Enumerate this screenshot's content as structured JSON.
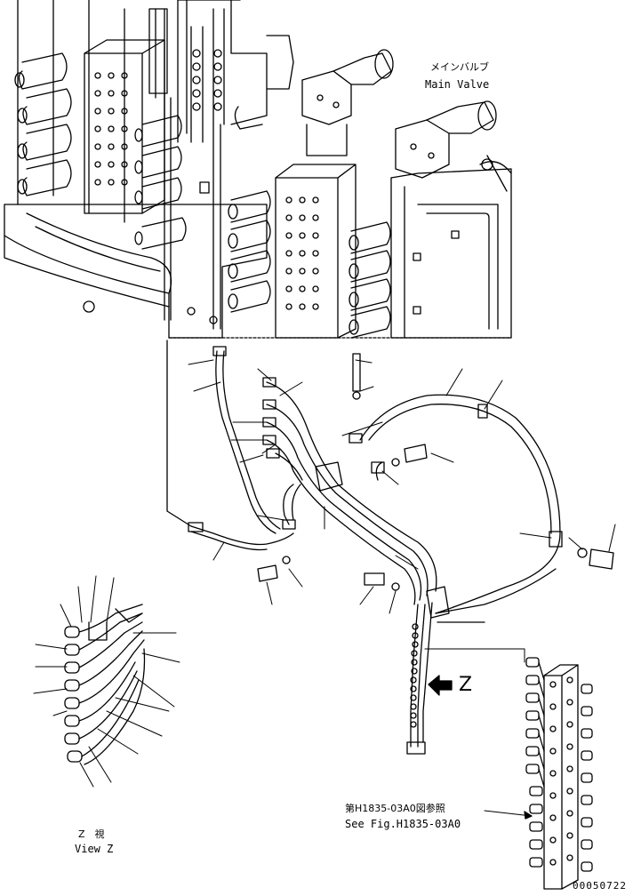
{
  "labels": {
    "main_valve_jp": "メインバルブ",
    "main_valve_en": "Main Valve",
    "view_z_arrow_letter": "Z",
    "view_z_jp": "Z　視",
    "view_z_en": "View Z",
    "see_fig_jp": "第H1835-03A0図参照",
    "see_fig_en": "See Fig.H1835-03A0",
    "drawing_number": "00050722"
  },
  "colors": {
    "line": "#000000",
    "background": "#ffffff"
  }
}
